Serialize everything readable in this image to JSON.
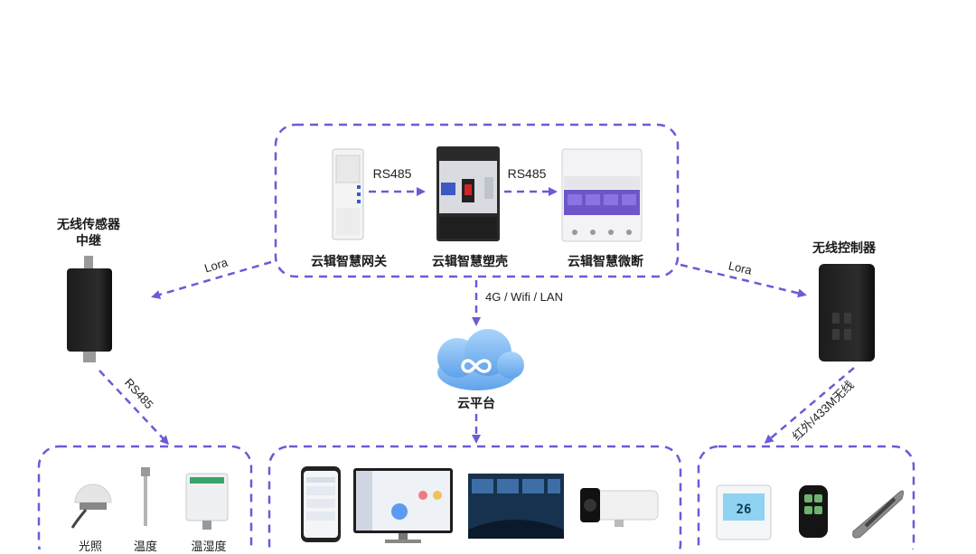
{
  "colors": {
    "dash": "#6a5bd6",
    "cloud": "#7db9f0"
  },
  "devices": {
    "gateway": "云辑智慧网关",
    "mccb": "云辑智慧塑壳",
    "mcb": "云辑智慧微断",
    "relay_line1": "无线传感器",
    "relay_line2": "中继",
    "controller": "无线控制器",
    "cloud": "云平台"
  },
  "links": {
    "gw_to_mccb": "RS485",
    "mccb_to_mcb": "RS485",
    "to_relay": "Lora",
    "to_controller": "Lora",
    "to_cloud": "4G / Wifi / LAN",
    "relay_to_sensors": "RS485",
    "controller_to_devices": "红外/433M无线"
  },
  "sensors": [
    "光照",
    "温度",
    "温湿度"
  ],
  "icons": [
    "phone-app-icon",
    "monitor-dashboard-icon",
    "control-room-icon",
    "camera-icon",
    "thermostat-icon",
    "remote-fob-icon",
    "ir-remote-icon"
  ]
}
